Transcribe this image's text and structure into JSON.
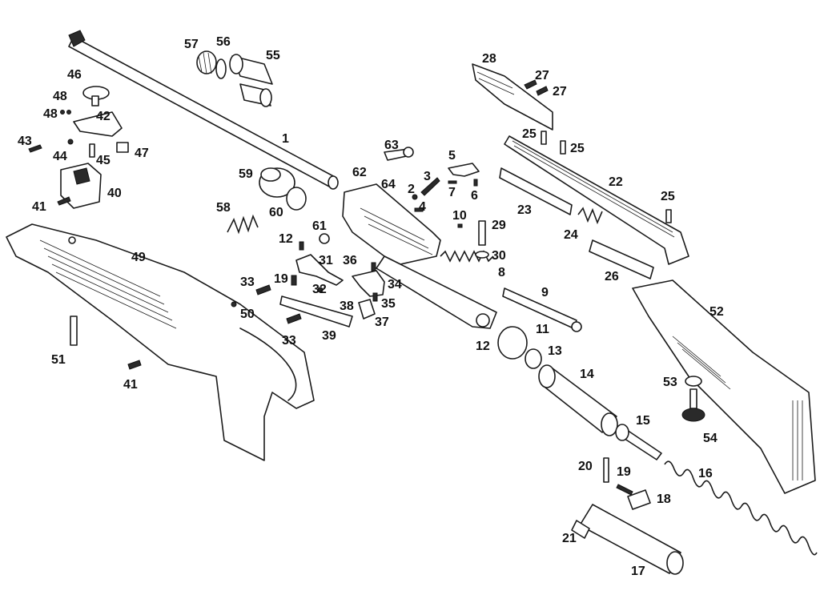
{
  "labels": [
    {
      "id": "p1",
      "text": "1"
    },
    {
      "id": "p2",
      "text": "2"
    },
    {
      "id": "p3",
      "text": "3"
    },
    {
      "id": "p4",
      "text": "4"
    },
    {
      "id": "p5",
      "text": "5"
    },
    {
      "id": "p6",
      "text": "6"
    },
    {
      "id": "p7",
      "text": "7"
    },
    {
      "id": "p8",
      "text": "8"
    },
    {
      "id": "p9",
      "text": "9"
    },
    {
      "id": "p10",
      "text": "10"
    },
    {
      "id": "p11",
      "text": "11"
    },
    {
      "id": "p12a",
      "text": "12"
    },
    {
      "id": "p12b",
      "text": "12"
    },
    {
      "id": "p13",
      "text": "13"
    },
    {
      "id": "p14",
      "text": "14"
    },
    {
      "id": "p15",
      "text": "15"
    },
    {
      "id": "p16",
      "text": "16"
    },
    {
      "id": "p17",
      "text": "17"
    },
    {
      "id": "p18",
      "text": "18"
    },
    {
      "id": "p19a",
      "text": "19"
    },
    {
      "id": "p19b",
      "text": "19"
    },
    {
      "id": "p20",
      "text": "20"
    },
    {
      "id": "p21",
      "text": "21"
    },
    {
      "id": "p22",
      "text": "22"
    },
    {
      "id": "p23",
      "text": "23"
    },
    {
      "id": "p24",
      "text": "24"
    },
    {
      "id": "p25a",
      "text": "25"
    },
    {
      "id": "p25b",
      "text": "25"
    },
    {
      "id": "p25c",
      "text": "25"
    },
    {
      "id": "p26",
      "text": "26"
    },
    {
      "id": "p27a",
      "text": "27"
    },
    {
      "id": "p27b",
      "text": "27"
    },
    {
      "id": "p28",
      "text": "28"
    },
    {
      "id": "p29",
      "text": "29"
    },
    {
      "id": "p30",
      "text": "30"
    },
    {
      "id": "p31",
      "text": "31"
    },
    {
      "id": "p32",
      "text": "32"
    },
    {
      "id": "p33a",
      "text": "33"
    },
    {
      "id": "p33b",
      "text": "33"
    },
    {
      "id": "p34",
      "text": "34"
    },
    {
      "id": "p35",
      "text": "35"
    },
    {
      "id": "p36",
      "text": "36"
    },
    {
      "id": "p37",
      "text": "37"
    },
    {
      "id": "p38",
      "text": "38"
    },
    {
      "id": "p39",
      "text": "39"
    },
    {
      "id": "p40",
      "text": "40"
    },
    {
      "id": "p41a",
      "text": "41"
    },
    {
      "id": "p41b",
      "text": "41"
    },
    {
      "id": "p42",
      "text": "42"
    },
    {
      "id": "p43",
      "text": "43"
    },
    {
      "id": "p44",
      "text": "44"
    },
    {
      "id": "p45",
      "text": "45"
    },
    {
      "id": "p46",
      "text": "46"
    },
    {
      "id": "p47",
      "text": "47"
    },
    {
      "id": "p48a",
      "text": "48"
    },
    {
      "id": "p48b",
      "text": "48"
    },
    {
      "id": "p49",
      "text": "49"
    },
    {
      "id": "p50",
      "text": "50"
    },
    {
      "id": "p51",
      "text": "51"
    },
    {
      "id": "p52",
      "text": "52"
    },
    {
      "id": "p53",
      "text": "53"
    },
    {
      "id": "p54",
      "text": "54"
    },
    {
      "id": "p55",
      "text": "55"
    },
    {
      "id": "p56",
      "text": "56"
    },
    {
      "id": "p57",
      "text": "57"
    },
    {
      "id": "p58",
      "text": "58"
    },
    {
      "id": "p59",
      "text": "59"
    },
    {
      "id": "p60",
      "text": "60"
    },
    {
      "id": "p61",
      "text": "61"
    },
    {
      "id": "p62",
      "text": "62"
    },
    {
      "id": "p63",
      "text": "63"
    },
    {
      "id": "p64",
      "text": "64"
    }
  ]
}
